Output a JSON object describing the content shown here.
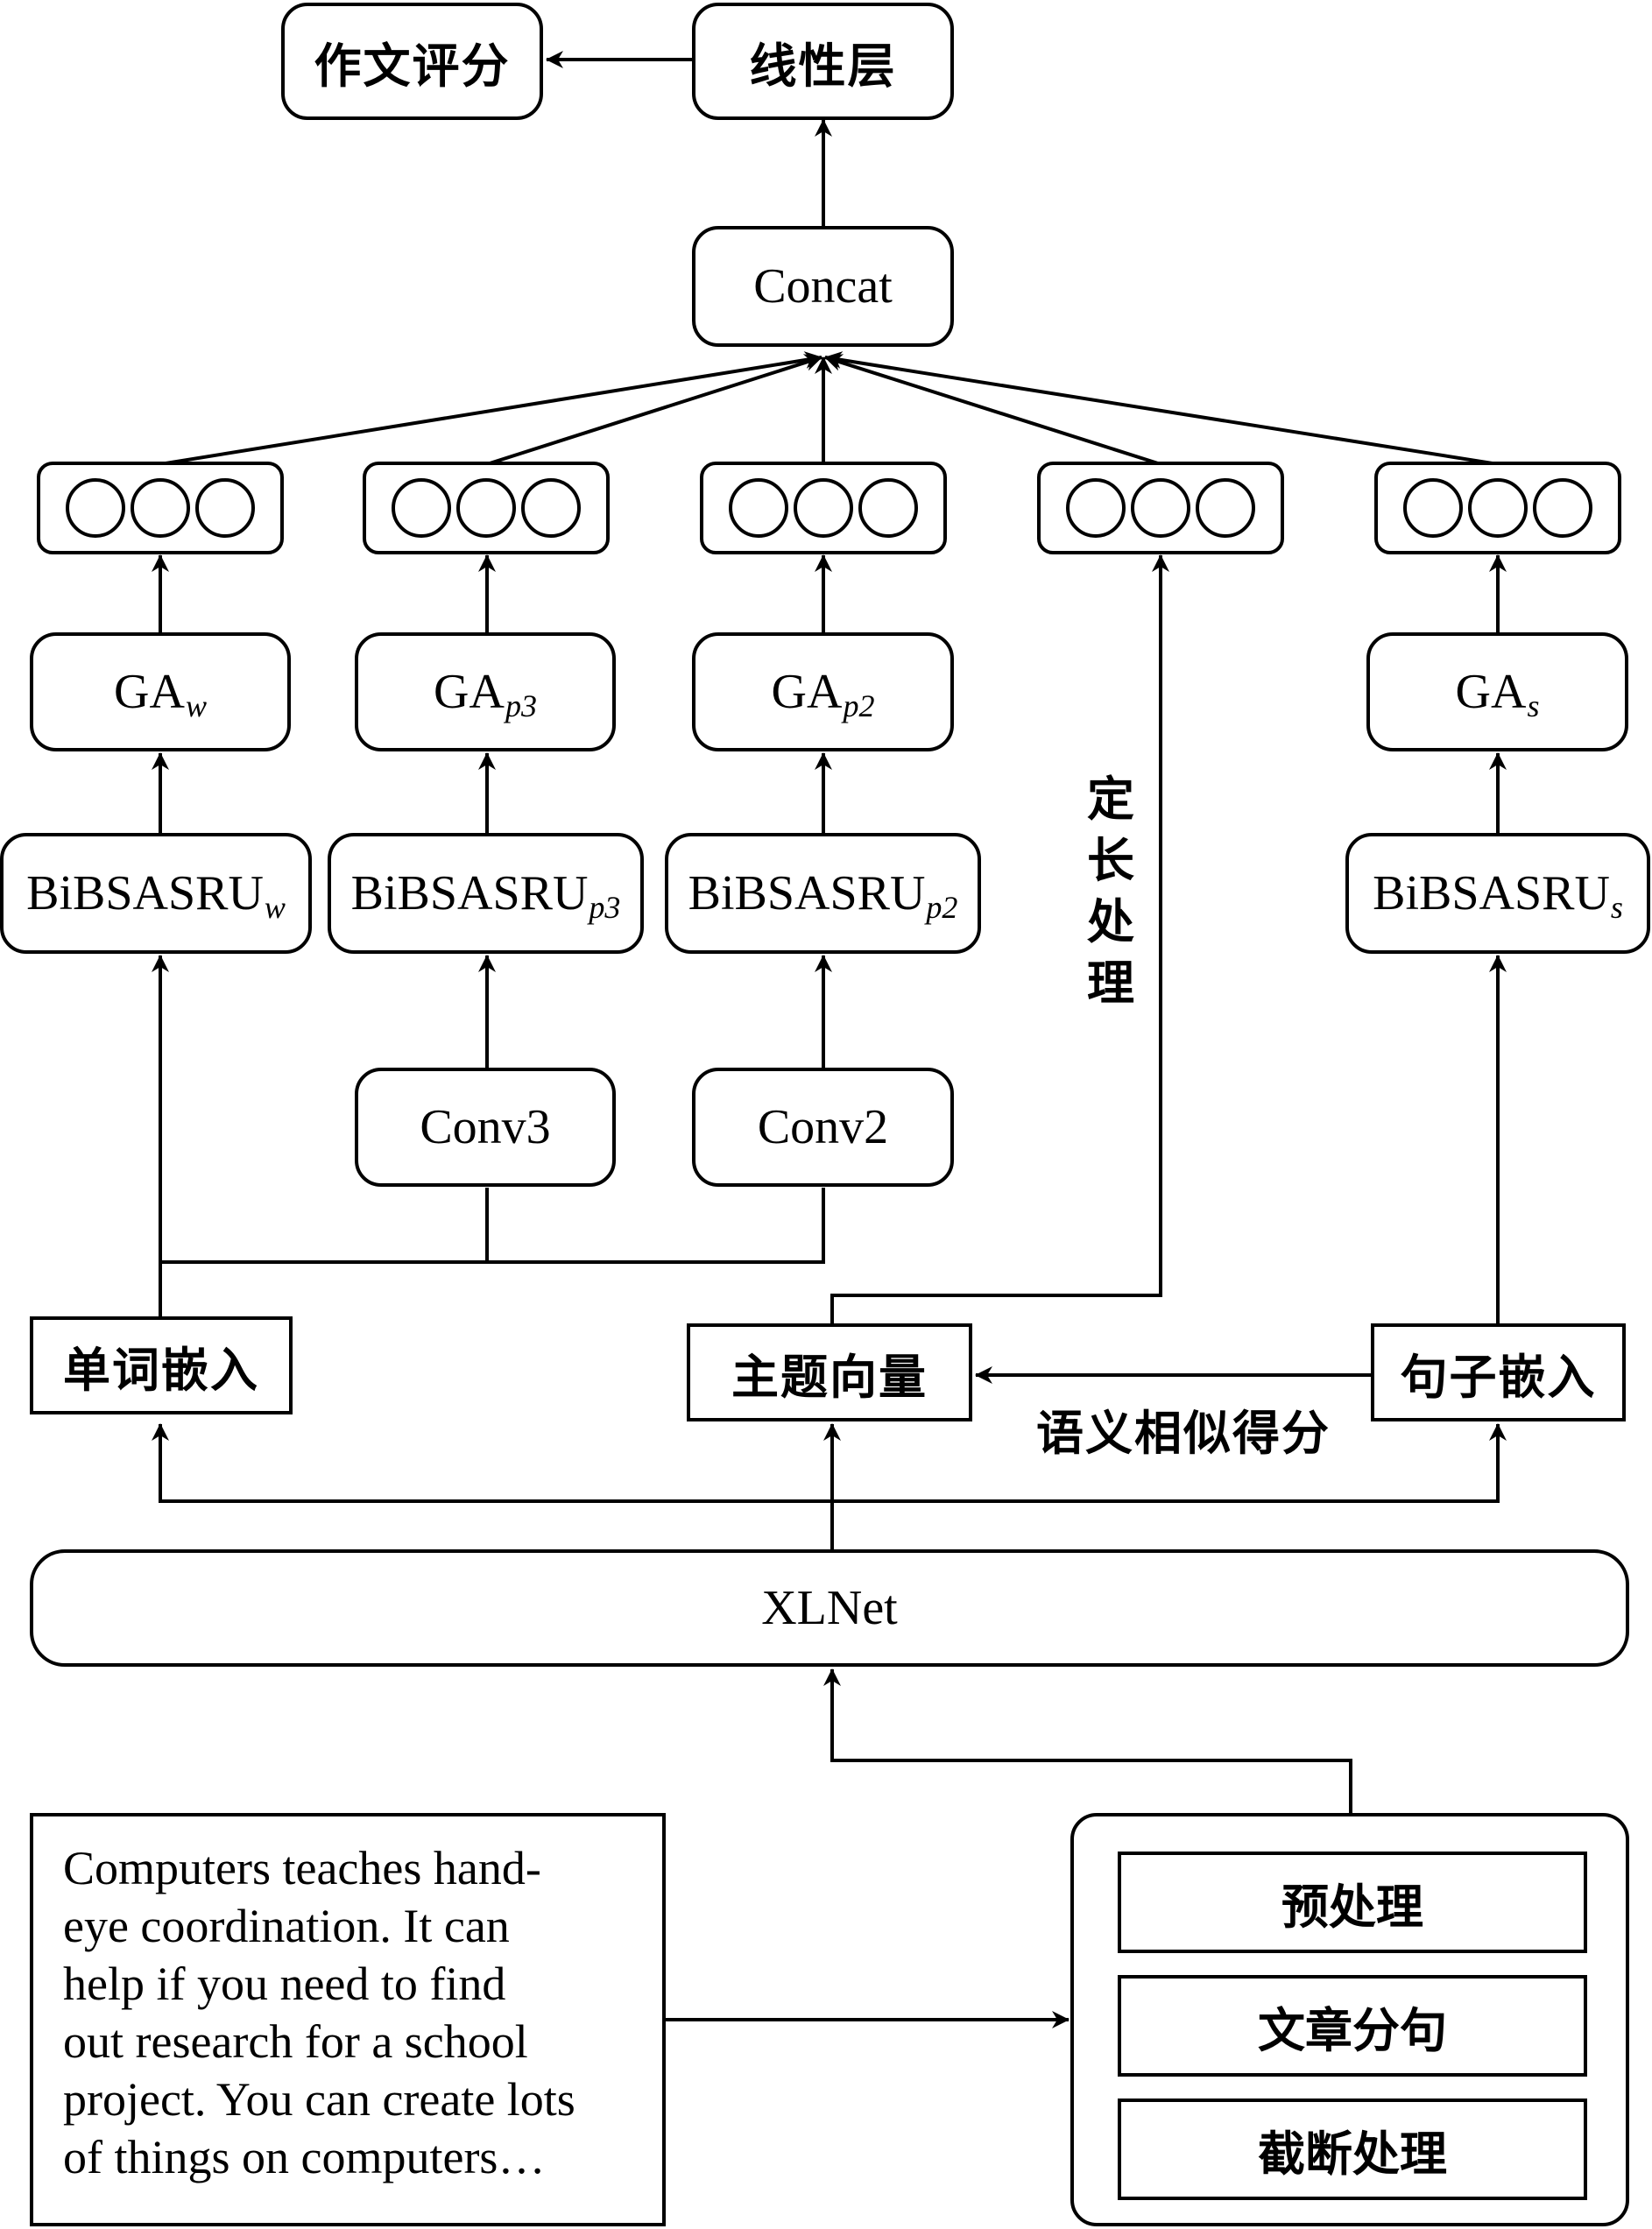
{
  "nodes": {
    "essay_score": "作文评分",
    "linear_layer": "线性层",
    "concat": "Concat",
    "ga_w": {
      "base": "GA",
      "sub": "w"
    },
    "ga_p3": {
      "base": "GA",
      "sub": "p3"
    },
    "ga_p2": {
      "base": "GA",
      "sub": "p2"
    },
    "ga_s": {
      "base": "GA",
      "sub": "s"
    },
    "bibsasru_w": {
      "base": "BiBSASRU",
      "sub": "w"
    },
    "bibsasru_p3": {
      "base": "BiBSASRU",
      "sub": "p3"
    },
    "bibsasru_p2": {
      "base": "BiBSASRU",
      "sub": "p2"
    },
    "bibsasru_s": {
      "base": "BiBSASRU",
      "sub": "s"
    },
    "conv3": "Conv3",
    "conv2": "Conv2",
    "word_embedding": "单词嵌入",
    "topic_vector": "主题向量",
    "sentence_embedding": "句子嵌入",
    "xlnet": "XLNet"
  },
  "edge_labels": {
    "fixed_length": [
      "定",
      "长",
      "处",
      "理"
    ],
    "semantic_similarity": "语义相似得分"
  },
  "essay_lines": [
    "Computers teaches hand-",
    "eye coordination. It can",
    "help if you need to find",
    "out research for a school",
    "project. You can create lots",
    "of things on computers…"
  ],
  "preprocessing": [
    "预处理",
    "文章分句",
    "截断处理"
  ]
}
